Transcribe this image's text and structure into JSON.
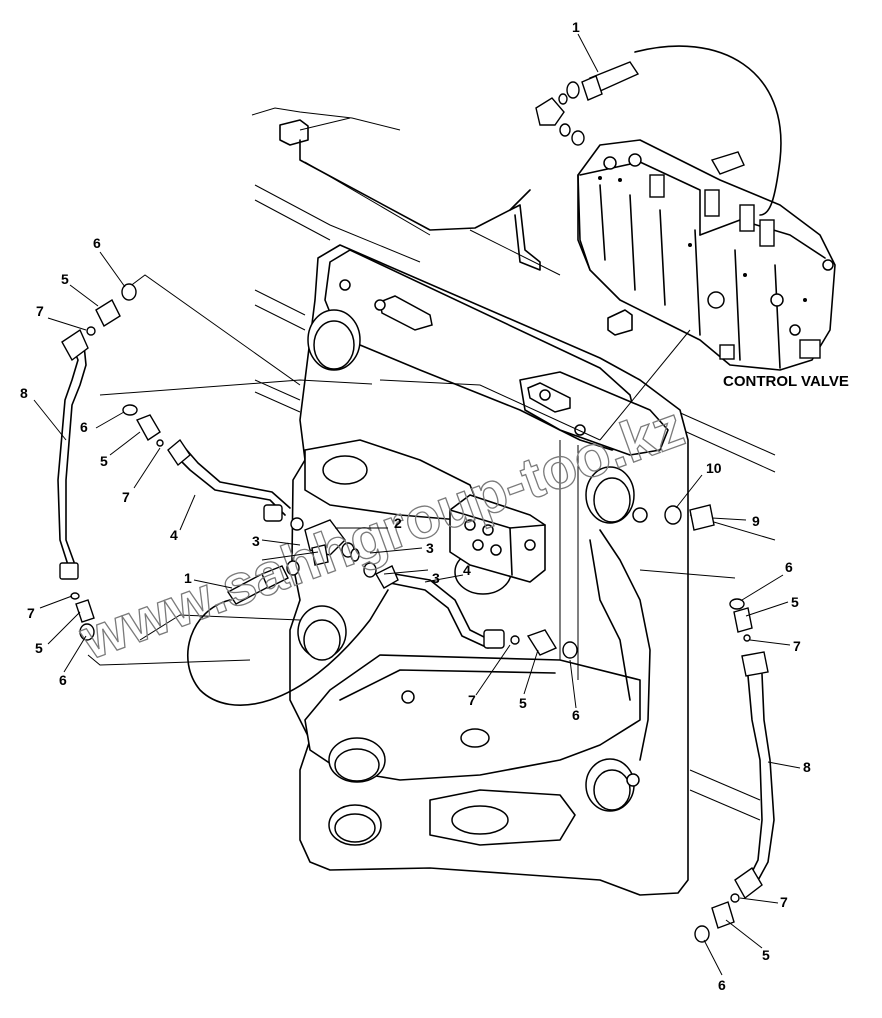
{
  "diagram": {
    "component_label": "CONTROL VALVE",
    "watermark": "www.sahhgroup-too.kz",
    "callouts": {
      "c1_top": "1",
      "c1_mid": "1",
      "c2": "2",
      "c3_a": "3",
      "c3_b": "3",
      "c3_c": "3",
      "c4_left": "4",
      "c4_right": "4",
      "c5_ul": "5",
      "c5_ml": "5",
      "c5_ll": "5",
      "c5_cb": "5",
      "c5_rm": "5",
      "c5_rb": "5",
      "c6_ul": "6",
      "c6_ml": "6",
      "c6_ll": "6",
      "c6_cb": "6",
      "c6_rm": "6",
      "c6_rb": "6",
      "c7_ul": "7",
      "c7_ml": "7",
      "c7_ll": "7",
      "c7_cb": "7",
      "c7_rm": "7",
      "c7_rb": "7",
      "c8_left": "8",
      "c8_right": "8",
      "c9": "9",
      "c10": "10"
    }
  }
}
